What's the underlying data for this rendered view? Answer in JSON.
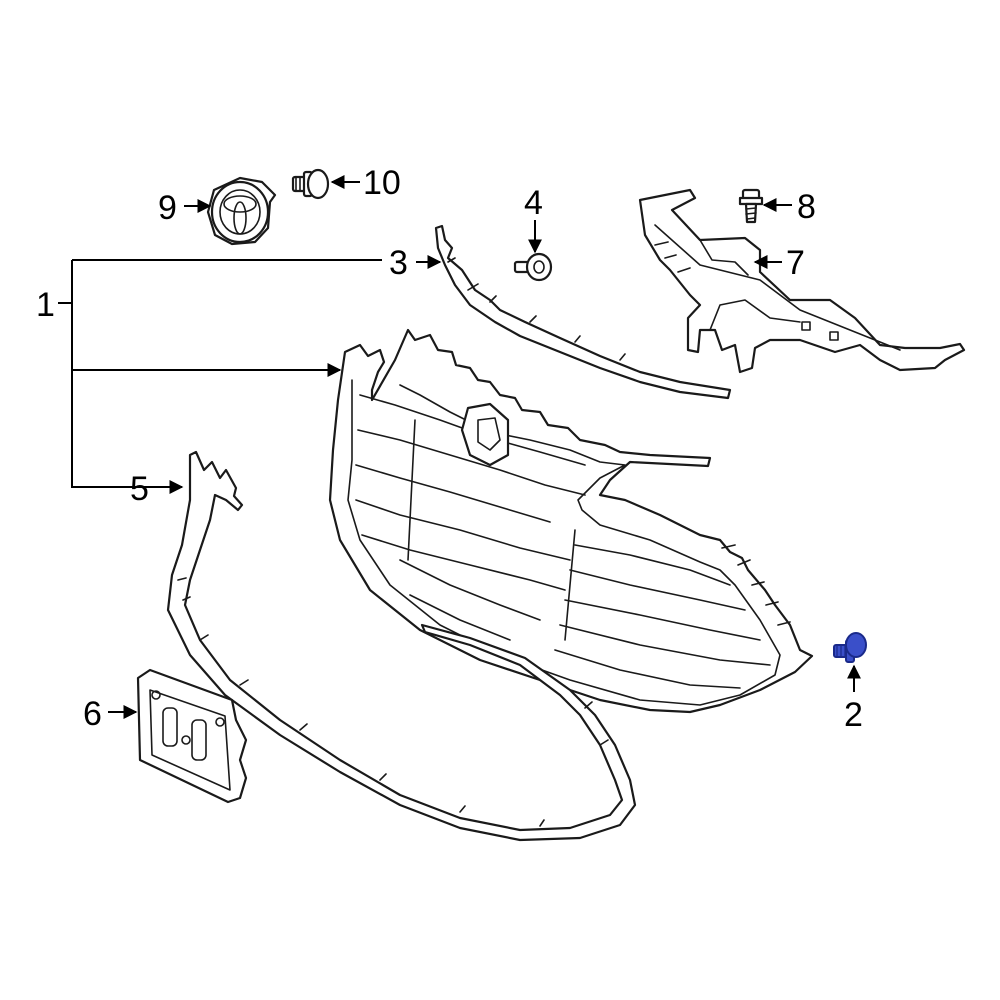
{
  "callouts": {
    "c1": "1",
    "c2": "2",
    "c3": "3",
    "c4": "4",
    "c5": "5",
    "c6": "6",
    "c7": "7",
    "c8": "8",
    "c9": "9",
    "c10": "10"
  },
  "colors": {
    "highlight_fill": "#3a4fc9",
    "highlight_stroke": "#1a2a8a",
    "line": "#1a1a1a"
  },
  "highlighted_part": "2"
}
